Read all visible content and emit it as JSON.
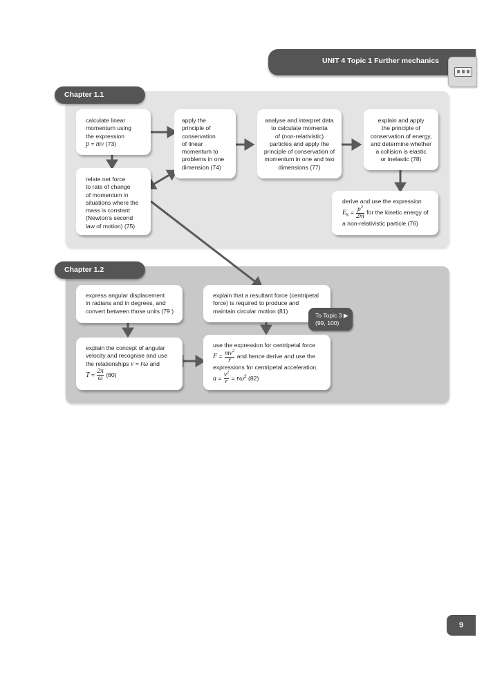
{
  "header": {
    "unit_title": "UNIT 4 Topic 1  Further mechanics"
  },
  "chapter1": {
    "label": "Chapter 1.1",
    "box1": {
      "l1": "calculate linear",
      "l2": "momentum using",
      "l3": "the expression",
      "l4a": "p",
      "l4b": " = ",
      "l4c": "mv",
      "l4d": " (73)"
    },
    "box2": {
      "l1": "relate net force",
      "l2": "to rate of change",
      "l3": "of momentum in",
      "l4": "situations where the",
      "l5": "mass is constant",
      "l6": "(Newton’s second",
      "l7": "law of motion) (75)"
    },
    "box3": {
      "l1": "apply the",
      "l2": "principle of",
      "l3": "conservation",
      "l4": "of linear",
      "l5": "momentum to",
      "l6": "problems in one",
      "l7": "dimension (74)"
    },
    "box4": {
      "l1": "analyse and interpret data",
      "l2": "to calculate momenta",
      "l3": "of (non-relativistic)",
      "l4": "particles and apply the",
      "l5": "principle of conservation of",
      "l6": "momentum in one and two",
      "l7": "dimensions (77)"
    },
    "box5": {
      "l1": "explain and apply",
      "l2": "the principle of",
      "l3": "conservation of energy,",
      "l4": "and determine whether",
      "l5": "a collision is elastic",
      "l6": "or inelastic (78)"
    },
    "box6": {
      "l1": "derive and use the expression",
      "E": "E",
      "k": "k",
      "eq": " = ",
      "num_p": "p",
      "num_exp": "2",
      "den": "2m",
      "tail": " for the kinetic energy of",
      "l3": "a non-relativistic particle (76)"
    }
  },
  "chapter2": {
    "label": "Chapter 1.2",
    "box1": {
      "l1": "express angular displacement",
      "l2": "in radians and in degrees, and",
      "l3": "convert between those units (79 )"
    },
    "box2": {
      "l1": "explain the concept of angular",
      "l2": "velocity and recognise and use",
      "l3a": "the relationships ",
      "l3b": "v",
      "l3c": " = ",
      "l3d": "rω",
      "l3e": " and",
      "T": "T",
      "eq": " = ",
      "num": "2π",
      "den": "ω",
      "tail": " (80)"
    },
    "box3": {
      "l1": "explain that a resultant force (centripetal",
      "l2": "force) is required to produce and",
      "l3": "maintain circular motion (81)"
    },
    "box4": {
      "l1": "use the expression for centripetal force",
      "F": "F",
      "eq": " = ",
      "num_m": "mv",
      "num_exp": "2",
      "den": "r",
      "tail": " and hence derive and use the",
      "l3": "expressions for centripetal acceleration,",
      "a": "a",
      "eq2": " = ",
      "a_num": "v",
      "a_exp": "2",
      "a_den": "r",
      "eq3": " = ",
      "rw": "rω",
      "rw_exp": "2",
      "rw_tail": " (82)"
    },
    "topic_link": {
      "l1": "To Topic 3 ▶",
      "l2": "(99, 100)"
    }
  },
  "page_number": "9",
  "colors": {
    "tab": "#555555",
    "panel1": "#e4e4e4",
    "panel2": "#c8c8c8",
    "arrow": "#5a5a5a"
  }
}
